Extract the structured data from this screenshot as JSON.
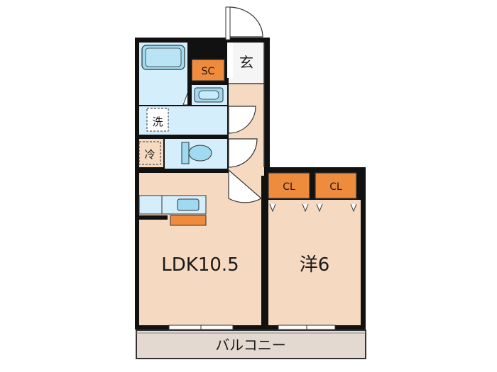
{
  "floorplan": {
    "rooms": {
      "ldk": "LDK10.5",
      "western": "洋6",
      "balcony": "バルコニー",
      "entrance": "玄",
      "shoe_closet": "SC",
      "closet_left": "CL",
      "closet_right": "CL",
      "washer": "洗",
      "fridge": "冷"
    },
    "colors": {
      "room_floor": "#f5d9c0",
      "storage": "#ef8b3c",
      "wet_area": "#d4eefb",
      "fixture": "#9fd9f2",
      "balcony": "#e3d9d0",
      "wall": "#111111"
    }
  }
}
